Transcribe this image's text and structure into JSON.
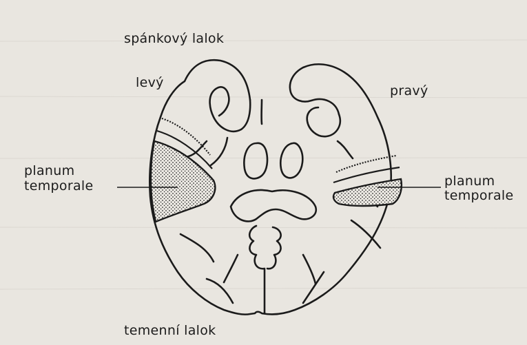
{
  "labels": {
    "top": "spánkový lalok",
    "left": "levý",
    "right": "pravý",
    "planum_left_1": "planum",
    "planum_left_2": "temporale",
    "planum_right_1": "planum",
    "planum_right_2": "temporale",
    "bottom": "temenní lalok"
  },
  "colors": {
    "background": "#e9e6e0",
    "ink": "#1b1b1b",
    "stipple": "#2a2a2a"
  }
}
